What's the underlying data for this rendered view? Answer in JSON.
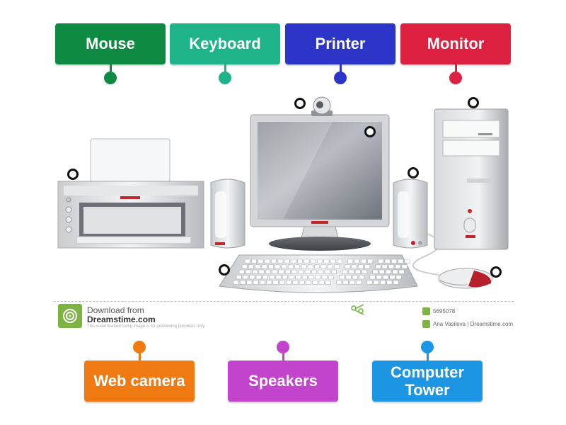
{
  "labels": {
    "mouse": "Mouse",
    "keyboard": "Keyboard",
    "printer": "Printer",
    "monitor": "Monitor",
    "webcam": "Web camera",
    "speakers": "Speakers",
    "tower": "Computer Tower"
  },
  "colors": {
    "mouse": "#0e8a43",
    "keyboard": "#1fb38a",
    "printer": "#2c35c8",
    "monitor": "#dc2141",
    "webcam": "#f07a12",
    "speakers": "#c243cc",
    "tower": "#1c95e3"
  },
  "image_text": {
    "download_line1": "Download from",
    "download_line2": "Dreamstime.com",
    "watermark_note": "This watermarked comp image is for previewing purposes only.",
    "image_id": "5695078",
    "author": "Ana Vasileva | Dreamstime.com"
  }
}
